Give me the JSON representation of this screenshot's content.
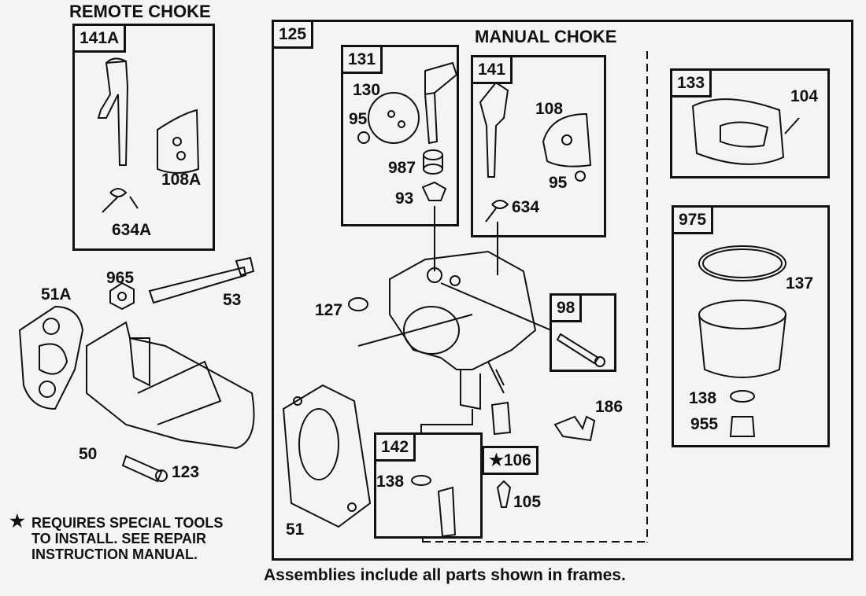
{
  "titles": {
    "remote_choke": "REMOTE CHOKE",
    "manual_choke": "MANUAL CHOKE"
  },
  "frames": {
    "f141A": "141A",
    "f125": "125",
    "f131": "131",
    "f141": "141",
    "f133": "133",
    "f975": "975",
    "f98": "98",
    "f142": "142",
    "f106": "★106"
  },
  "parts": {
    "p108A": "108A",
    "p634A": "634A",
    "p965": "965",
    "p51A": "51A",
    "p53": "53",
    "p50": "50",
    "p123": "123",
    "p130": "130",
    "p95a": "95",
    "p987": "987",
    "p93": "93",
    "p108": "108",
    "p95b": "95",
    "p634": "634",
    "p104": "104",
    "p137": "137",
    "p138a": "138",
    "p955": "955",
    "p127": "127",
    "p186": "186",
    "p138b": "138",
    "p105": "105",
    "p51": "51"
  },
  "notes": {
    "special_tools": [
      "REQUIRES SPECIAL TOOLS",
      "TO INSTALL.  SEE REPAIR",
      "INSTRUCTION MANUAL."
    ],
    "footer": "Assemblies include all parts shown in frames."
  }
}
